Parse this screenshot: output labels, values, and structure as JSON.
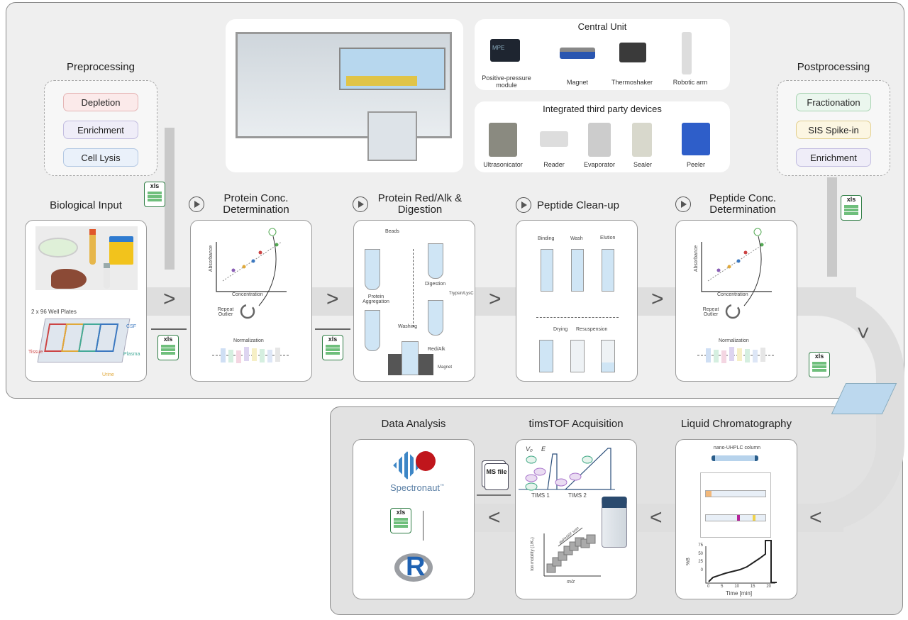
{
  "top": {
    "preprocessing": {
      "title": "Preprocessing",
      "items": [
        "Depletion",
        "Enrichment",
        "Cell Lysis"
      ]
    },
    "postprocessing": {
      "title": "Postprocessing",
      "items": [
        "Fractionation",
        "SIS Spike-in",
        "Enrichment"
      ]
    },
    "central_unit": {
      "title": "Central Unit",
      "devices": [
        "Positive-pressure module",
        "Magnet",
        "Thermoshaker",
        "Robotic arm"
      ],
      "module_logo": "MPE"
    },
    "third_party": {
      "title": "Integrated third party devices",
      "devices": [
        "Ultrasonicator",
        "Reader",
        "Evaporator",
        "Sealer",
        "Peeler"
      ]
    },
    "steps": [
      {
        "title": "Biological Input",
        "plates": "2 x 96 Well Plates",
        "labels": [
          "CSF",
          "Tissue",
          "Plasma",
          "Urine"
        ]
      },
      {
        "title": "Protein Conc. Determination",
        "y": "Absorbance",
        "x": "Concentration",
        "repeat": "Repeat Outlier",
        "norm": "Normalization"
      },
      {
        "title": "Protein Red/Alk & Digestion",
        "labels": [
          "Beads",
          "Protein Aggregation",
          "Digestion",
          "Trypsin/LysC",
          "Washing",
          "Red/Alk",
          "Magnet"
        ]
      },
      {
        "title": "Peptide Clean-up",
        "labels": [
          "Binding",
          "Wash",
          "Elution",
          "Drying",
          "Resuspension"
        ]
      },
      {
        "title": "Peptide Conc. Determination",
        "y": "Absorbance",
        "x": "Concentration",
        "repeat": "Repeat Outlier",
        "norm": "Normalization"
      }
    ],
    "xls": "xls"
  },
  "bottom": {
    "steps": [
      {
        "title": "Data Analysis",
        "software": "Spectronaut",
        "tm": "™",
        "r": "R"
      },
      {
        "title": "timsTOF Acquisition",
        "v0": "V₀",
        "e": "E",
        "tims1": "TIMS 1",
        "tims2": "TIMS 2",
        "y": "Ion mobility (1/K₀)",
        "x": "m/z",
        "scan": "diaPASEF scan",
        "msfile": "MS file"
      },
      {
        "title": "Liquid Chromatography",
        "column": "nano-UHPLC column",
        "y": "%B",
        "x": "Time [min]",
        "yticks": [
          "75",
          "50",
          "25",
          "0"
        ],
        "xticks": [
          "0",
          "5",
          "10",
          "15",
          "20"
        ]
      }
    ]
  },
  "colors": {
    "panel": "#efefef",
    "bottom_panel": "#e2e2e2",
    "xls": "#2f7d45"
  }
}
